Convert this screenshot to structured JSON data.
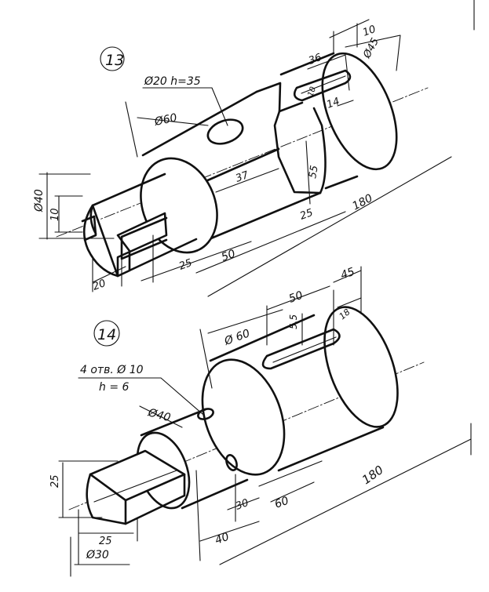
{
  "part_13": {
    "label": "13",
    "hole_note": "Ø20 h=35",
    "dims": {
      "dia_60": "Ø60",
      "dia_40": "Ø40",
      "dia_45": "Ø45",
      "d10_left": "10",
      "d20": "20",
      "d25": "25",
      "d50": "50",
      "d37": "37",
      "d55": "55",
      "d25_b": "25",
      "d180": "180",
      "d36": "36",
      "d14": "14",
      "d10_top": "10",
      "d10_slot": "10"
    }
  },
  "part_14": {
    "label": "14",
    "hole_note_line1": "4 отв. Ø 10",
    "hole_note_line2": "h = 6",
    "dims": {
      "dia_60": "Ø 60",
      "dia_40": "Ø40",
      "dia_30": "Ø30",
      "d25_h": "25",
      "d25_w": "25",
      "d40": "40",
      "d30": "30",
      "d60": "60",
      "d180": "180",
      "d50": "50",
      "d45": "45",
      "d5_5": "5.5",
      "d18": "18"
    }
  }
}
